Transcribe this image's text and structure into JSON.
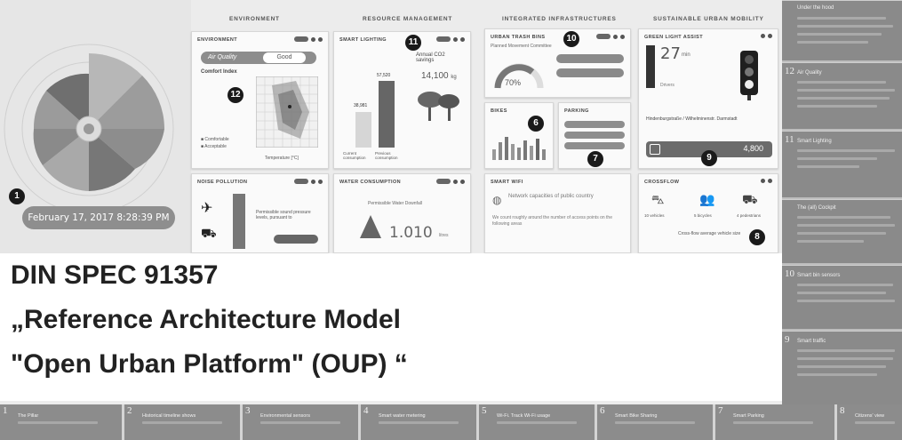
{
  "sections": {
    "environment": "ENVIRONMENT",
    "resource_management": "RESOURCE MANAGEMENT",
    "integrated_infrastructures": "INTEGRATED INFRASTRUCTURES",
    "sustainable_urban_mobility": "SUSTAINABLE URBAN MOBILITY"
  },
  "radial": {
    "date_label": "February 17, 2017 8:28:39 PM",
    "badge": "1"
  },
  "panels": {
    "environment": {
      "title": "ENVIRONMENT",
      "air_quality_label": "Air Quality",
      "air_quality_value": "Good",
      "comfort_index_label": "Comfort Index",
      "comfort_legend_1": "Comfortable",
      "comfort_legend_2": "Acceptable",
      "x_axis_label": "Temperature [°C]",
      "badge": "12"
    },
    "smart_lighting": {
      "title": "SMART LIGHTING",
      "value_small": "38,981",
      "value_large": "57,520",
      "annual_co2": "Annual CO2 savings",
      "co2_value": "14,100",
      "co2_unit": "kg",
      "bar_1_label": "Current consumption",
      "bar_2_label": "Previous consumption",
      "badge": "11"
    },
    "urban_trash": {
      "title": "URBAN TRASH BINS",
      "subtitle": "Planned Movement Committee",
      "percent": "70%",
      "badge": "10"
    },
    "green_light": {
      "title": "GREEN LIGHT ASSIST",
      "big_value": "27",
      "big_unit": "min",
      "status_label": "Drivers",
      "address": "Hindenburgstraße / Wilhelminenstr. Darmstadt",
      "counter": "4,800",
      "badge": "9"
    },
    "bikes": {
      "title": "BIKES",
      "badge": "6"
    },
    "parking": {
      "title": "PARKING",
      "badge": "7"
    },
    "noise": {
      "title": "NOISE POLLUTION",
      "desc": "Permissible sound pressure levels, pursuant to"
    },
    "water": {
      "title": "WATER CONSUMPTION",
      "desc": "Permissible Water Downfall",
      "value": "1.010",
      "unit": "litres"
    },
    "smart_wifi": {
      "title": "SMART WIFI",
      "headline": "Network capacities of public country",
      "desc": "We count roughly around the number of access points on the following areas"
    },
    "crossflow": {
      "title": "CROSSFLOW",
      "caption": "Cross-flow average vehicle size",
      "label_1": "10 vehicles",
      "label_2": "5 bicycles",
      "label_3": "4 pedestrians",
      "badge": "8"
    }
  },
  "title_block": {
    "line1": "DIN SPEC 91357",
    "line2": "„Reference Architecture Model",
    "line3": "\"Open Urban Platform\" (OUP) “"
  },
  "right_column": [
    {
      "num": "",
      "title": "Under the hood"
    },
    {
      "num": "12",
      "title": "Air Quality"
    },
    {
      "num": "11",
      "title": "Smart Lighting"
    },
    {
      "num": "",
      "title": "The (all) Cockpit"
    },
    {
      "num": "10",
      "title": "Smart bin sensors"
    },
    {
      "num": "9",
      "title": "Smart traffic"
    }
  ],
  "bottom_strip": [
    {
      "num": "1",
      "title": "The Pillar"
    },
    {
      "num": "2",
      "title": "Historical timeline shows"
    },
    {
      "num": "3",
      "title": "Environmental sensors"
    },
    {
      "num": "4",
      "title": "Smart water metering"
    },
    {
      "num": "5",
      "title": "Wi-Fi. Track Wi-Fi usage"
    },
    {
      "num": "6",
      "title": "Smart Bike Sharing"
    },
    {
      "num": "7",
      "title": "Smart Parking"
    },
    {
      "num": "8",
      "title": "Citizens' view"
    }
  ],
  "colors": {
    "panel_bg": "#fafafa",
    "dark_badge": "#1a1a1a",
    "tile_grey": "#8c8c8c",
    "title_text": "#222222"
  }
}
